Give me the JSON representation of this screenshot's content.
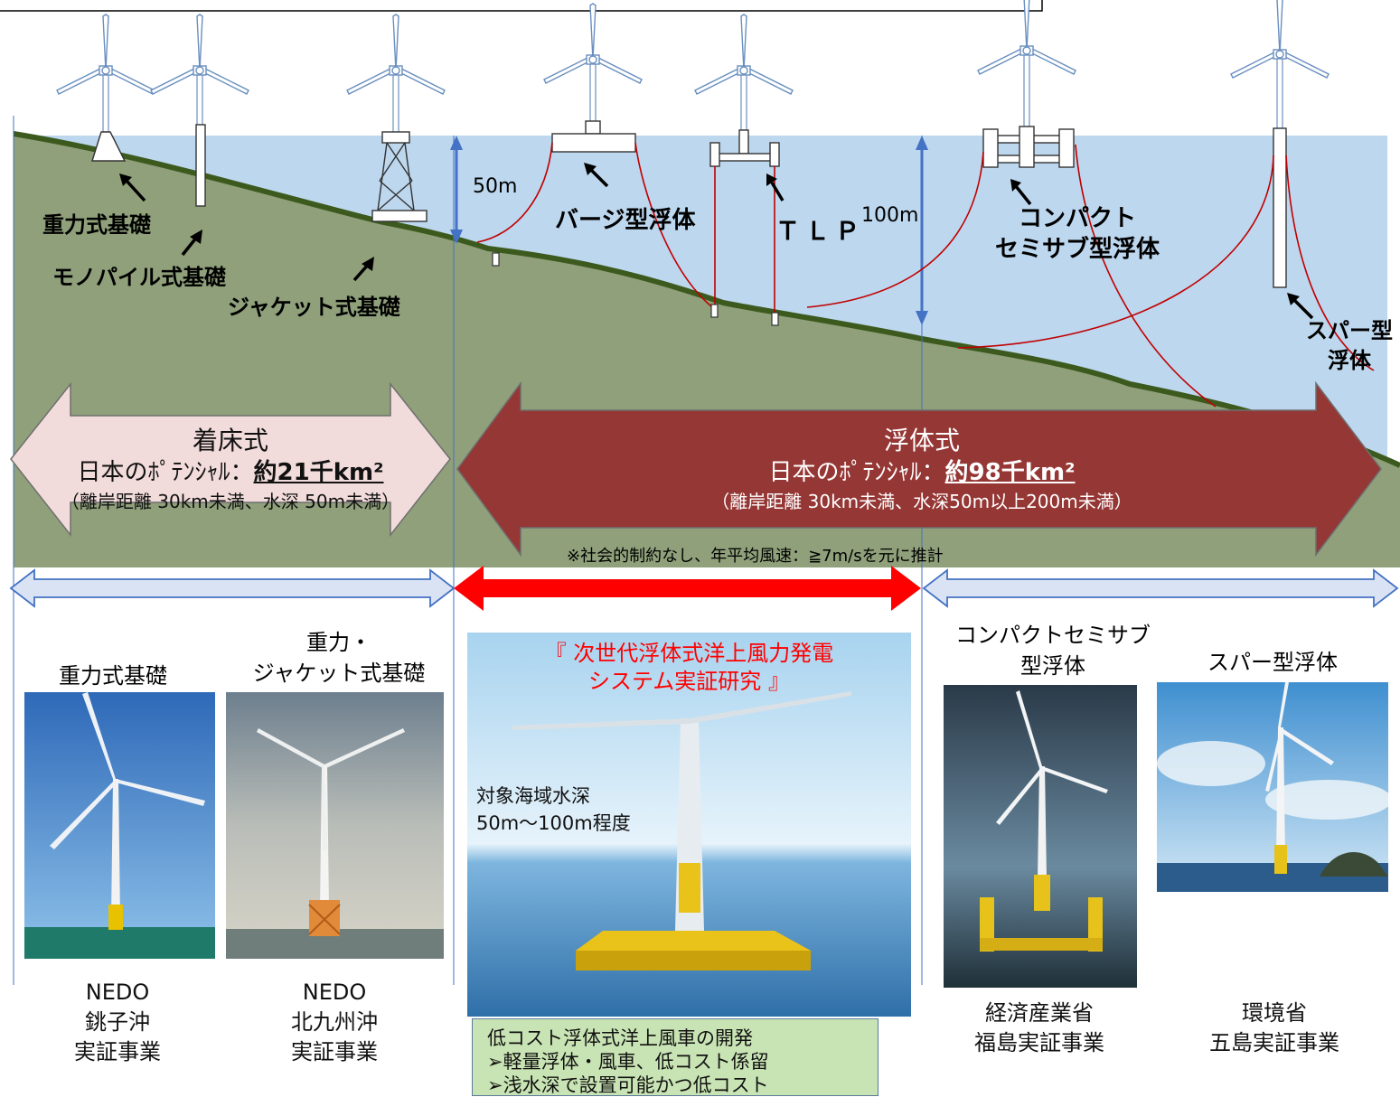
{
  "foundations": {
    "gravity": "重力式基礎",
    "monopile": "モノパイル式基礎",
    "jacket": "ジャケット式基礎",
    "barge": "バージ型浮体",
    "tlp": "ＴＬＰ",
    "semisub_line1": "コンパクト",
    "semisub_line2": "セミサブ型浮体",
    "spar_line1": "スパー型",
    "spar_line2": "浮体"
  },
  "depth_labels": {
    "d50": "50m",
    "d100": "100m"
  },
  "fixed": {
    "title": "着床式",
    "potential_label": "日本のﾎﾟﾃﾝｼｬﾙ：",
    "potential_value": "約21千km²",
    "condition": "（離岸距離 30km未満、水深 50m未満）"
  },
  "floating": {
    "title": "浮体式",
    "potential_label": "日本のﾎﾟﾃﾝｼｬﾙ：",
    "potential_value": "約98千km²",
    "condition": "（離岸距離 30km未満、水深50m以上200m未満）"
  },
  "note": "※社会的制約なし、年平均風速：≧7m/sを元に推計",
  "projects": {
    "p1_title": "重力式基礎",
    "p2_title_line1": "重力・",
    "p2_title_line2": "ジャケット式基礎",
    "p3_title_line1": "『 次世代浮体式洋上風力発電",
    "p3_title_line2": "システム実証研究 』",
    "p3_depth_line1": "対象海域水深",
    "p3_depth_line2": "50m～100m程度",
    "p4_title_line1": "コンパクトセミサブ",
    "p4_title_line2": "型浮体",
    "p5_title": "スパー型浮体"
  },
  "captions": {
    "c1": [
      "NEDO",
      "銚子沖",
      "実証事業"
    ],
    "c2": [
      "NEDO",
      "北九州沖",
      "実証事業"
    ],
    "c4": [
      "経済産業省",
      "福島実証事業"
    ],
    "c5": [
      "環境省",
      "五島実証事業"
    ]
  },
  "development": {
    "line1": "低コスト浮体式洋上風車の開発",
    "line2": "➢軽量浮体・風車、低コスト係留",
    "line3": "➢浅水深で設置可能かつ低コスト"
  },
  "colors": {
    "sea": "#bdd7ee",
    "seabed": "#8fa07a",
    "seabed_line": "#3d5a1e",
    "fixed_arrow": "#f2dcdb",
    "floating_arrow": "#953735",
    "red_arrow": "#ff0000",
    "range_arrow": "#dae3f3",
    "mooring": "#c00000",
    "depth_arrow": "#4472c4"
  }
}
